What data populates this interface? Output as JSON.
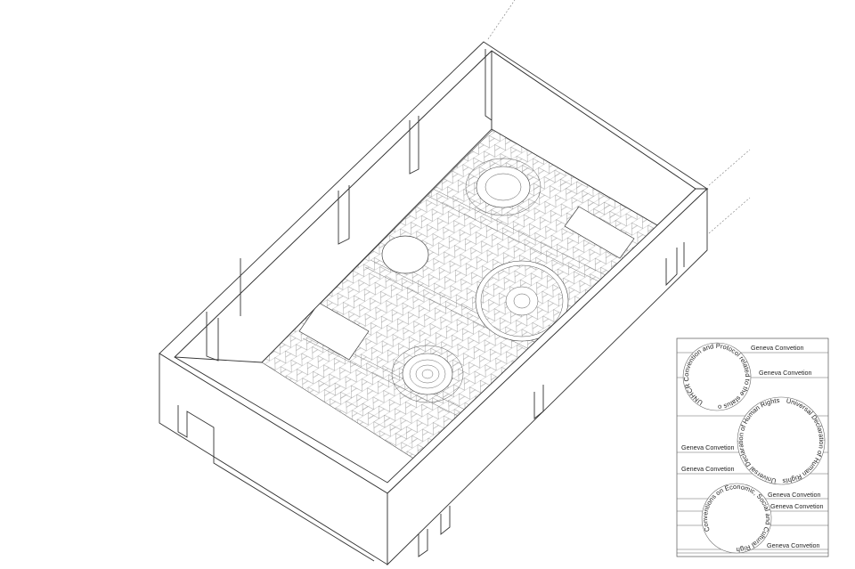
{
  "drawing": {
    "title": "Axonometric view of room with patterned floor and medallions",
    "line_color": "#333333",
    "background": "#ffffff"
  },
  "legend": {
    "circles": [
      {
        "text": "UNHCR Convention and Protocol related to the status of refugees"
      },
      {
        "text": "Universal Declaration of Human Rights",
        "text_repeat": "Universal Declaration of Human Rights"
      },
      {
        "text": "Conventions on Economic, Social and Cultural Rights"
      }
    ],
    "labels": [
      "Geneva Convetion",
      "Geneva Convetion",
      "Geneva Convetion",
      "Geneva Convetion",
      "Geneva Convetion",
      "Geneva Convetion",
      "Geneva Convetion"
    ]
  }
}
